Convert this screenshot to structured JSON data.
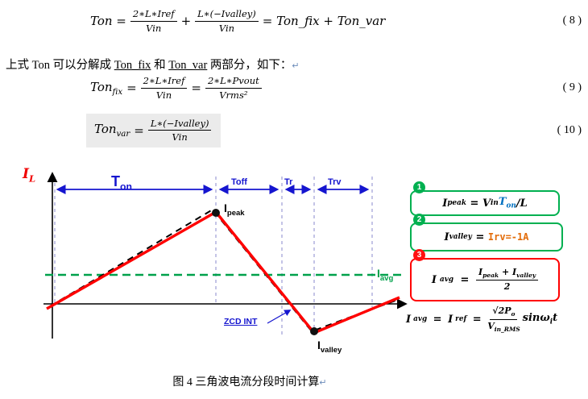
{
  "colors": {
    "waveform_red": "#FF0000",
    "arrow_blue": "#1515CF",
    "avg_green": "#00A14B",
    "box_green": "#00B050",
    "box_red": "#FF0000",
    "irv_orange": "#E36C09",
    "ton_blue": "#0070C0",
    "eq10_highlight": "#EBEBEB"
  },
  "equations": {
    "eq8": {
      "lhs": "Ton =",
      "frac1_num": "2∗L∗Iref",
      "frac1_den": "Vin",
      "op": "+",
      "frac2_num": "L∗(−Ivalley)",
      "frac2_den": "Vin",
      "tail": "= Ton_fix + Ton_var",
      "number": "( 8 )"
    },
    "eq9": {
      "lhs_base": "Ton",
      "lhs_sub": "fix",
      "eq1": "=",
      "frac1_num": "2∗L∗Iref",
      "frac1_den": "Vin",
      "eq2": "=",
      "frac2_num": "2∗L∗Pvout",
      "frac2_den": "Vrms²",
      "number": "( 9 )"
    },
    "eq10": {
      "lhs_base": "Ton",
      "lhs_sub": "var",
      "eq1": "=",
      "frac1_num": "L∗(−Ivalley)",
      "frac1_den": "Vin",
      "number": "( 10 )"
    }
  },
  "paragraph": {
    "part1": "上式 Ton 可以分解成 ",
    "ton_fix": "Ton_fix",
    "part2": " 和 ",
    "ton_var": "Ton_var",
    "part3": " 两部分，如下：",
    "return_mark": "↵"
  },
  "figure": {
    "y_axis_base": "I",
    "y_axis_sub": "L",
    "ton_base": "T",
    "ton_sub": "on",
    "toff": "Toff",
    "tr": "Tr",
    "trv": "Trv",
    "peak_base": "I",
    "peak_sub": "peak",
    "valley_base": "I",
    "valley_sub": "valley",
    "avg_base": "I",
    "avg_sub": "avg",
    "zcd_label": "ZCD INT",
    "ann1": {
      "badge": "1",
      "i": "I",
      "i_sub": "peak",
      "eq": " = ",
      "v": "V",
      "v_sub": "in",
      "t": "T",
      "t_sub": "on",
      "tail": "/L"
    },
    "ann2": {
      "badge": "2",
      "i": "I",
      "i_sub": "valley",
      "eq": " = ",
      "value": "Irv=-1A"
    },
    "ann3": {
      "badge": "3",
      "i": "I",
      "i_sub": "avg",
      "eq": " = ",
      "num_i1": "I",
      "num_s1": "peak",
      "plus": " + ",
      "num_i2": "I",
      "num_s2": "valley",
      "den": "2"
    },
    "eq_avg": {
      "i1": "I",
      "s1": "avg",
      "eq1": " = ",
      "i2": "I",
      "s2": "ref",
      "eq2": " = ",
      "num": "√2P",
      "num_sub": "o",
      "den": "V",
      "den_sub": "in_RMS",
      "sin": "sinω",
      "sin_sub": "i",
      "t": "t"
    }
  },
  "caption": {
    "text": "图 4 三角波电流分段时间计算",
    "return_mark": "↵"
  }
}
